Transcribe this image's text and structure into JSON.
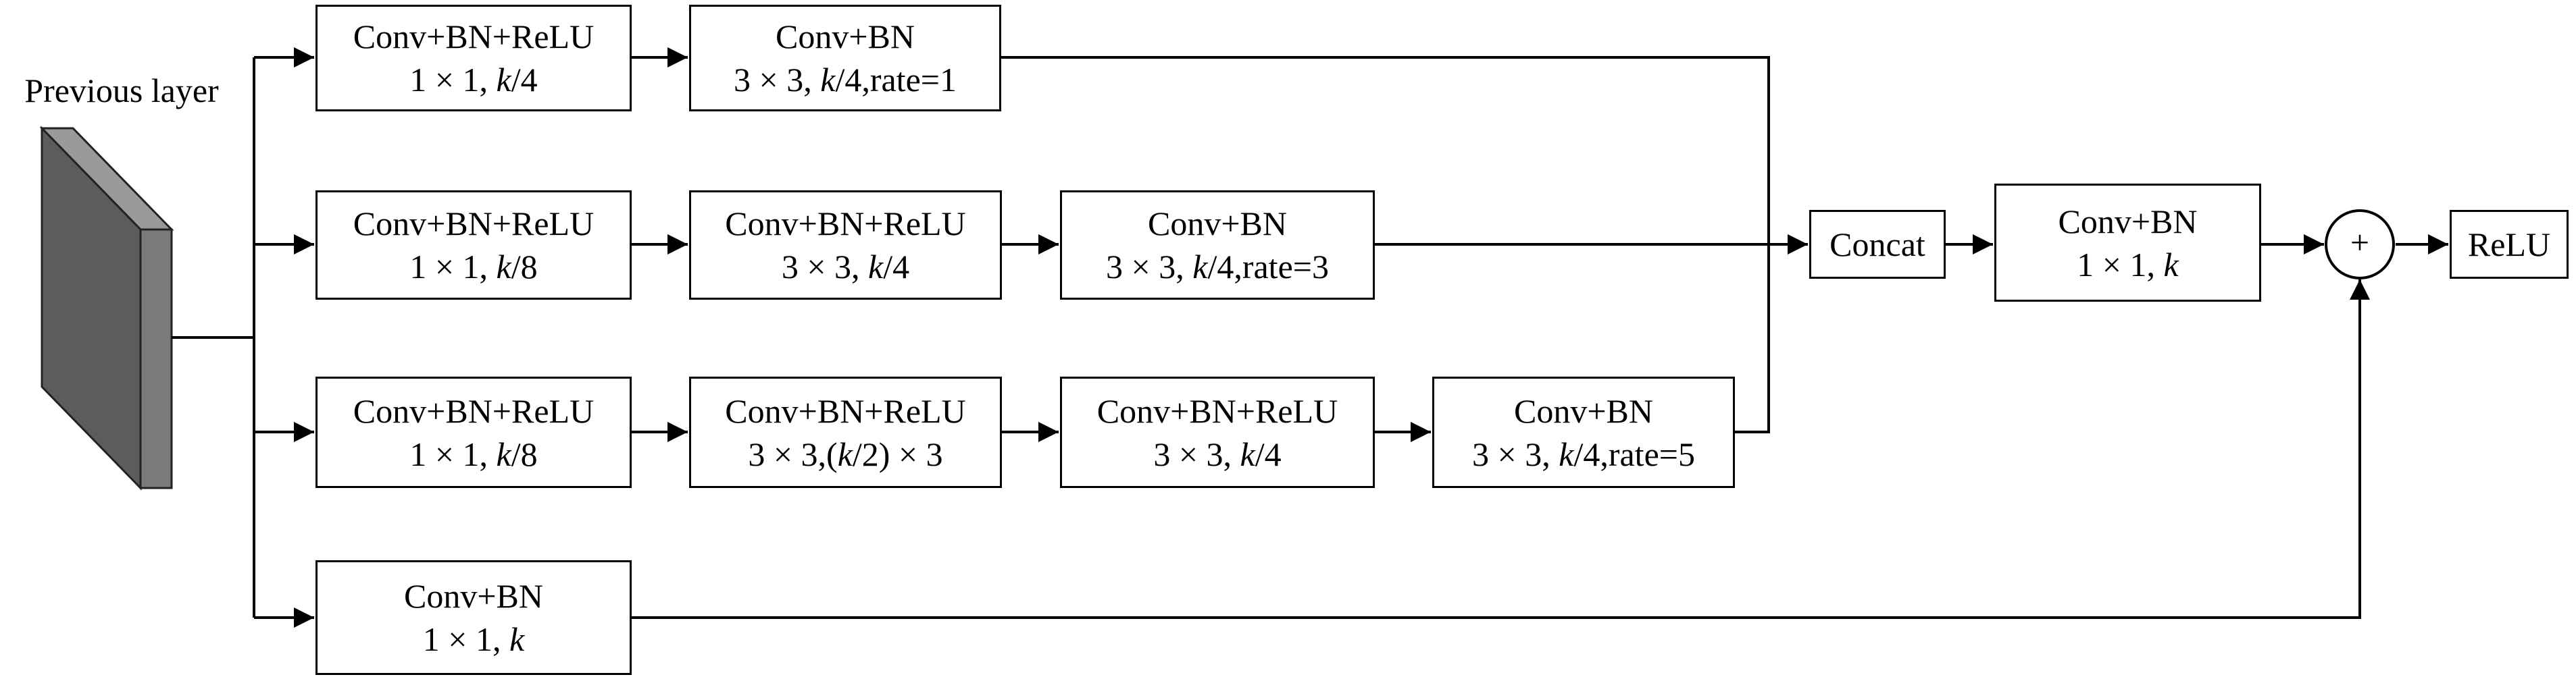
{
  "previous_layer_label": "Previous layer",
  "row1": {
    "b1": {
      "line1": "Conv+BN+ReLU",
      "line2_pre": "1 × 1, ",
      "line2_k": "k",
      "line2_post": "/4"
    },
    "b2": {
      "line1": "Conv+BN",
      "line2_pre": "3 × 3, ",
      "line2_k": "k",
      "line2_post": "/4,rate=1"
    }
  },
  "row2": {
    "b1": {
      "line1": "Conv+BN+ReLU",
      "line2_pre": "1 × 1, ",
      "line2_k": "k",
      "line2_post": "/8"
    },
    "b2": {
      "line1": "Conv+BN+ReLU",
      "line2_pre": "3 × 3, ",
      "line2_k": "k",
      "line2_post": "/4"
    },
    "b3": {
      "line1": "Conv+BN",
      "line2_pre": "3 × 3, ",
      "line2_k": "k",
      "line2_post": "/4,rate=3"
    }
  },
  "row3": {
    "b1": {
      "line1": "Conv+BN+ReLU",
      "line2_pre": "1 × 1, ",
      "line2_k": "k",
      "line2_post": "/8"
    },
    "b2": {
      "line1": "Conv+BN+ReLU",
      "line2_pre": "3 × 3,(",
      "line2_k": "k",
      "line2_post": "/2) × 3"
    },
    "b3": {
      "line1": "Conv+BN+ReLU",
      "line2_pre": "3 × 3, ",
      "line2_k": "k",
      "line2_post": "/4"
    },
    "b4": {
      "line1": "Conv+BN",
      "line2_pre": "3 × 3, ",
      "line2_k": "k",
      "line2_post": "/4,rate=5"
    }
  },
  "row4": {
    "b1": {
      "line1": "Conv+BN",
      "line2_pre": "1 × 1, ",
      "line2_k": "k",
      "line2_post": ""
    }
  },
  "concat_label": "Concat",
  "fuse": {
    "line1": "Conv+BN",
    "line2_pre": "1 × 1, ",
    "line2_k": "k",
    "line2_post": ""
  },
  "add_symbol": "+",
  "relu_label": "ReLU"
}
